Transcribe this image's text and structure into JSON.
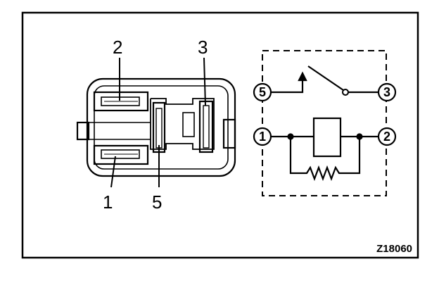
{
  "connector": {
    "callouts": [
      "2",
      "3",
      "1",
      "5"
    ]
  },
  "schematic": {
    "terminals": [
      "5",
      "3",
      "1",
      "2"
    ]
  },
  "figure_ref": "Z18060"
}
